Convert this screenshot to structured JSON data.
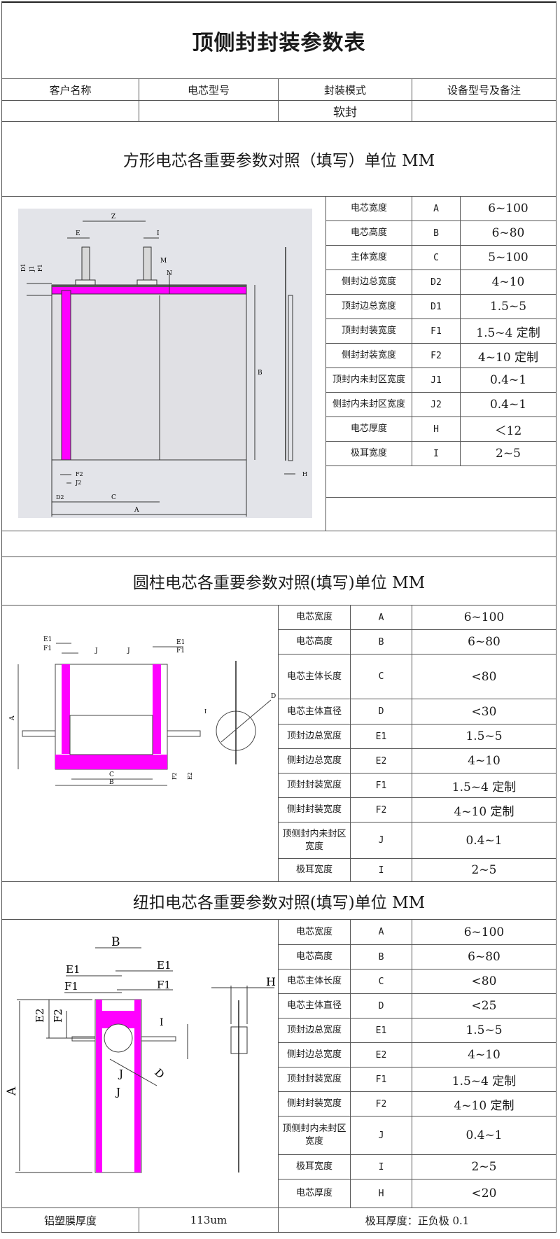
{
  "title": "顶侧封封装参数表",
  "header": {
    "columns": [
      "客户名称",
      "电芯型号",
      "封装模式",
      "设备型号及备注"
    ],
    "values": [
      "",
      "",
      "软封",
      ""
    ]
  },
  "square": {
    "title": "方形电芯各重要参数对照（填写）单位 MM",
    "rows": [
      {
        "label": "电芯宽度",
        "code": "A",
        "value": "6~100"
      },
      {
        "label": "电芯高度",
        "code": "B",
        "value": "6~80"
      },
      {
        "label": "主体宽度",
        "code": "C",
        "value": "5~100"
      },
      {
        "label": "侧封边总宽度",
        "code": "D2",
        "value": "4~10"
      },
      {
        "label": "顶封边总宽度",
        "code": "D1",
        "value": "1.5~5"
      },
      {
        "label": "顶封封装宽度",
        "code": "F1",
        "value": "1.5~4 定制"
      },
      {
        "label": "侧封封装宽度",
        "code": "F2",
        "value": "4~10 定制"
      },
      {
        "label": "顶封内未封区宽度",
        "code": "J1",
        "value": "0.4~1"
      },
      {
        "label": "侧封内未封区宽度",
        "code": "J2",
        "value": "0.4~1"
      },
      {
        "label": "电芯厚度",
        "code": "H",
        "value": "＜12"
      },
      {
        "label": "极耳宽度",
        "code": "I",
        "value": "2~5"
      }
    ],
    "diagram_labels": {
      "Z": "Z",
      "E": "E",
      "I": "I",
      "M": "M",
      "N": "N",
      "D1": "D1",
      "J1": "J1",
      "F1": "F1",
      "B": "B",
      "F2": "F2",
      "J2": "J2",
      "D2": "D2",
      "C": "C",
      "A": "A",
      "H": "H"
    }
  },
  "cylinder": {
    "title": "圆柱电芯各重要参数对照(填写)单位 MM",
    "rows": [
      {
        "label": "电芯宽度",
        "code": "A",
        "value": "6~100"
      },
      {
        "label": "电芯高度",
        "code": "B",
        "value": "6~80"
      },
      {
        "label": "电芯主体长度",
        "code": "C",
        "value": "<80"
      },
      {
        "label": "电芯主体直径",
        "code": "D",
        "value": "<30"
      },
      {
        "label": "顶封边总宽度",
        "code": "E1",
        "value": "1.5~5"
      },
      {
        "label": "侧封边总宽度",
        "code": "E2",
        "value": "4~10"
      },
      {
        "label": "顶封封装宽度",
        "code": "F1",
        "value": "1.5~4 定制"
      },
      {
        "label": "侧封封装宽度",
        "code": "F2",
        "value": "4~10 定制"
      },
      {
        "label": "顶侧封内未封区宽度",
        "code": "J",
        "value": "0.4~1"
      },
      {
        "label": "极耳宽度",
        "code": "I",
        "value": "2~5"
      }
    ],
    "diagram_labels": {
      "E1": "E1",
      "F1": "F1",
      "J": "J",
      "A": "A",
      "B": "B",
      "C": "C",
      "D": "D",
      "I": "I",
      "F2": "F2",
      "E2": "E2"
    }
  },
  "button": {
    "title": "纽扣电芯各重要参数对照(填写)单位 MM",
    "rows": [
      {
        "label": "电芯宽度",
        "code": "A",
        "value": "6~100"
      },
      {
        "label": "电芯高度",
        "code": "B",
        "value": "6~80"
      },
      {
        "label": "电芯主体长度",
        "code": "C",
        "value": "<80"
      },
      {
        "label": "电芯主体直径",
        "code": "D",
        "value": "<25"
      },
      {
        "label": "顶封边总宽度",
        "code": "E1",
        "value": "1.5~5"
      },
      {
        "label": "侧封边总宽度",
        "code": "E2",
        "value": "4~10"
      },
      {
        "label": "顶封封装宽度",
        "code": "F1",
        "value": "1.5~4 定制"
      },
      {
        "label": "侧封封装宽度",
        "code": "F2",
        "value": "4~10 定制"
      },
      {
        "label": "顶侧封内未封区宽度",
        "code": "J",
        "value": "0.4~1"
      },
      {
        "label": "极耳宽度",
        "code": "I",
        "value": "2~5"
      },
      {
        "label": "电芯厚度",
        "code": "H",
        "value": "<20"
      }
    ],
    "diagram_labels": {
      "B": "B",
      "E1": "E1",
      "F1": "F1",
      "H": "H",
      "E2": "E2",
      "F2": "F2",
      "I": "I",
      "D": "D",
      "J": "J",
      "A": "A"
    }
  },
  "footer": {
    "film_label": "铝塑膜厚度",
    "film_value": "113um",
    "tab_thickness": "极耳厚度：正负极 0.1"
  },
  "colors": {
    "seal": "#ff00ff",
    "panel": "#e3e4e9",
    "border": "#555555"
  }
}
